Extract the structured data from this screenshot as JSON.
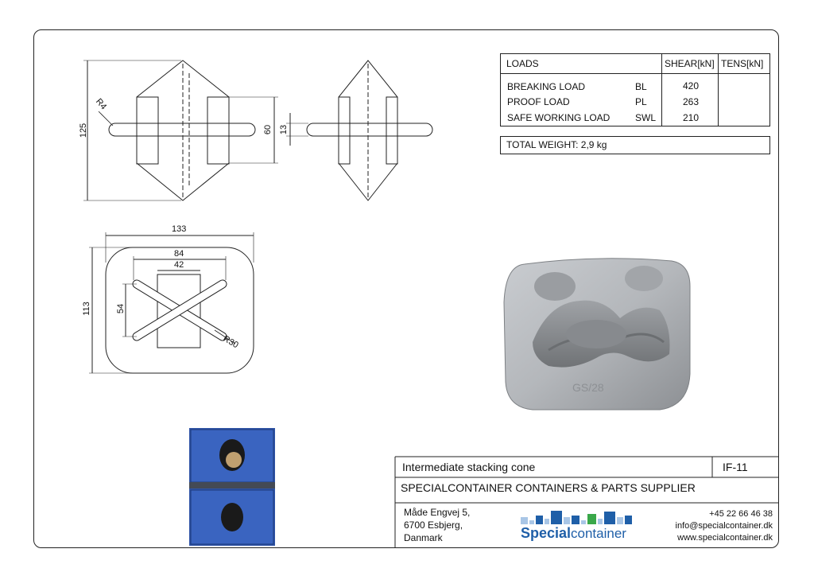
{
  "loads_table": {
    "header_loads": "LOADS",
    "header_shear": "SHEAR[kN]",
    "header_tens": "TENS[kN]",
    "rows": [
      {
        "name": "BREAKING LOAD",
        "code": "BL",
        "shear": "420"
      },
      {
        "name": "PROOF LOAD",
        "code": "PL",
        "shear": "263"
      },
      {
        "name": "SAFE WORKING LOAD",
        "code": "SWL",
        "shear": "210"
      }
    ]
  },
  "total_weight": "TOTAL WEIGHT:  2,9 kg",
  "dimensions": {
    "height_125": "125",
    "radius_r4": "R4",
    "width_60": "60",
    "width_13": "13",
    "width_133": "133",
    "width_84": "84",
    "width_42": "42",
    "height_113": "113",
    "height_54": "54",
    "radius_r30": "R30"
  },
  "title_block": {
    "product_name": "Intermediate stacking cone",
    "product_code": "IF-11",
    "company_line": "SPECIALCONTAINER CONTAINERS & PARTS SUPPLIER",
    "address_line1": "Måde Engvej 5,",
    "address_line2": "6700 Esbjerg,",
    "address_line3": "Danmark",
    "phone": "+45 22 66 46 38",
    "email": "info@specialcontainer.dk",
    "website": "www.specialcontainer.dk",
    "logo_word_bold": "Special",
    "logo_word_light": "container",
    "logo_color_blue": "#1f5fa8",
    "logo_color_light": "#a9c6e6",
    "logo_color_green": "#3aa84a"
  },
  "photo": {
    "casting_marking": "GS/28"
  }
}
